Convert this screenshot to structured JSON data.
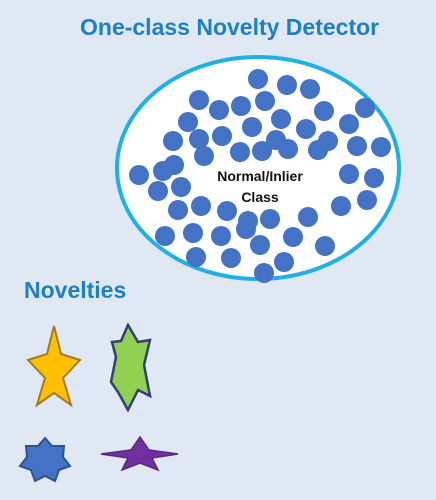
{
  "title": "One-class Novelty Detector",
  "inlier_label_line1": "Normal/Inlier",
  "inlier_label_line2": "Class",
  "novelties_heading": "Novelties",
  "colors": {
    "title": "#1d7fc8",
    "ellipse_border": "#1fb0e8",
    "ellipse_fill": "#ffffff",
    "inlier_dot": "#4472c4",
    "star_gold": "#ffc000",
    "star_green": "#92d050",
    "star_blue": "#4472c4",
    "star_purple": "#7030a0"
  },
  "novelty_shapes": [
    "gold-star-icon",
    "green-star-icon",
    "blue-star-icon",
    "purple-star-icon"
  ]
}
